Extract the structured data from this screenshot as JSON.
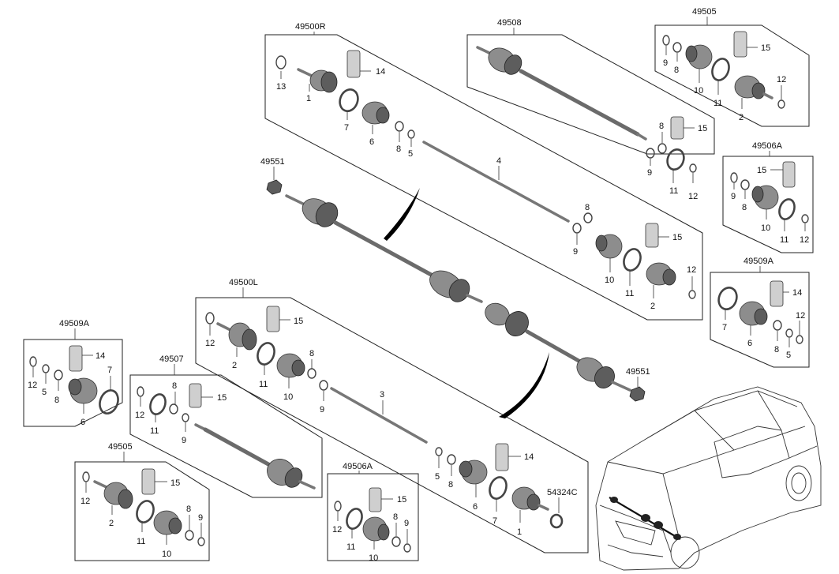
{
  "groups": {
    "g49500R": "49500R",
    "g49508": "49508",
    "g49505_top": "49505",
    "g49506A_right": "49506A",
    "g49509A_right": "49509A",
    "g49500L": "49500L",
    "g49509A_left": "49509A",
    "g49507": "49507",
    "g49505_bottom": "49505",
    "g49506A_bottom": "49506A",
    "g49551_top": "49551",
    "g49551_right": "49551"
  },
  "refs": {
    "n1": "1",
    "n2": "2",
    "n3": "3",
    "n4": "4",
    "n5": "5",
    "n6": "6",
    "n7": "7",
    "n8": "8",
    "n9": "9",
    "n10": "10",
    "n11": "11",
    "n12": "12",
    "n13": "13",
    "n14": "14",
    "n15": "15",
    "n54324C": "54324C"
  }
}
